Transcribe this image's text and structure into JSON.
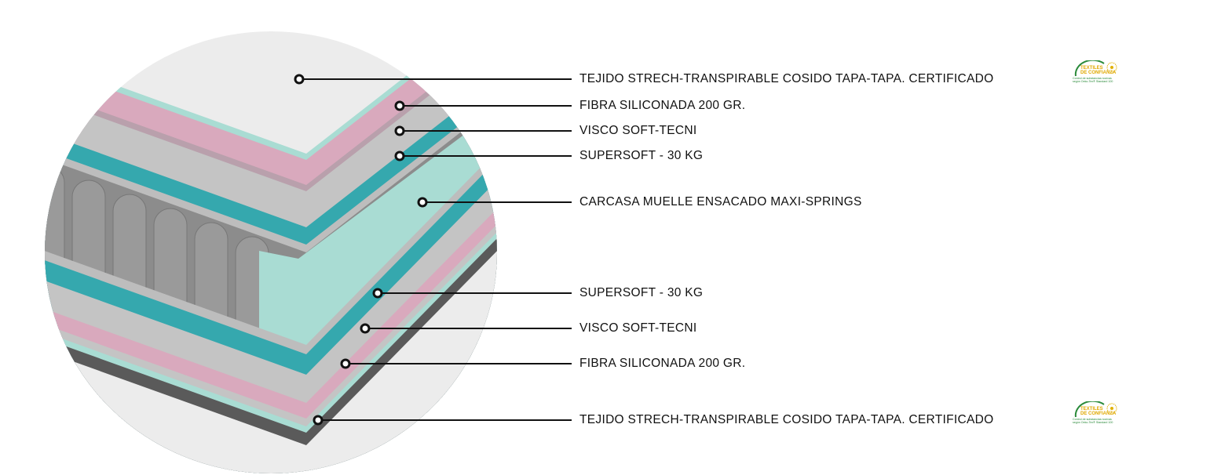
{
  "layers": [
    {
      "label": "TEJIDO STRECH-TRANSPIRABLE COSIDO TAPA-TAPA. CERTIFICADO",
      "certified": true
    },
    {
      "label": "FIBRA SILICONADA 200 GR."
    },
    {
      "label": "VISCO SOFT-TECNI"
    },
    {
      "label": "SUPERSOFT - 30 KG"
    },
    {
      "label": "CARCASA MUELLE ENSACADO MAXI-SPRINGS"
    },
    {
      "label": "SUPERSOFT - 30 KG"
    },
    {
      "label": "VISCO SOFT-TECNI"
    },
    {
      "label": "FIBRA SILICONADA 200 GR."
    },
    {
      "label": "TEJIDO STRECH-TRANSPIRABLE COSIDO TAPA-TAPA. CERTIFICADO",
      "certified": true
    }
  ],
  "logo": {
    "title_line1": "TEXTILES",
    "title_line2": "DE CONFIANZA",
    "subtitle_line1": "Control de substancias nocivas",
    "subtitle_line2": "según Oeko-Tex® Standard 100"
  },
  "colors": {
    "white": "#ececec",
    "pink": "#d9a9bd",
    "gray": "#c4c4c4",
    "teal": "#35a8ae",
    "mint": "#a9dcd3",
    "dark": "#5a5a5a",
    "spring": "#9a9a9a"
  }
}
